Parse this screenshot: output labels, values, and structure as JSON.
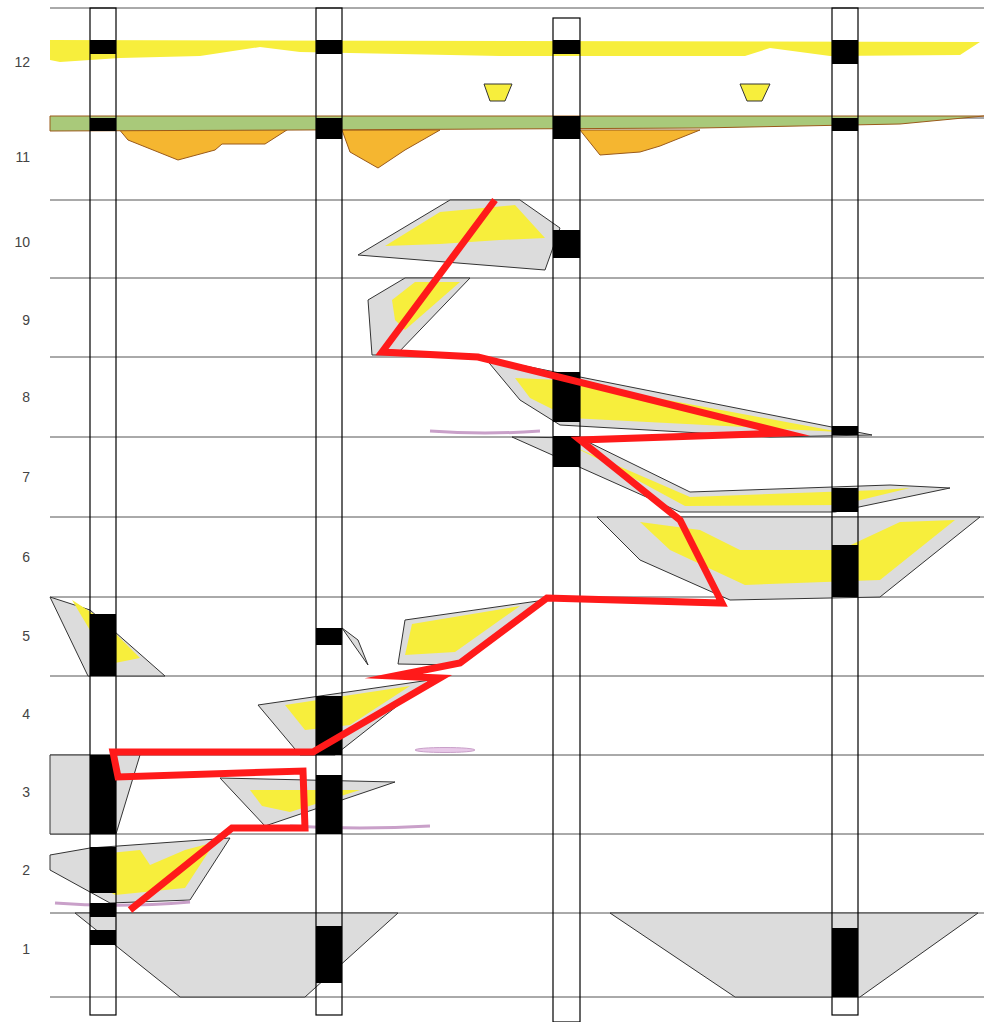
{
  "diagram": {
    "labels": [
      "12",
      "11",
      "10",
      "9",
      "8",
      "7",
      "6",
      "5",
      "4",
      "3",
      "2",
      "1"
    ]
  }
}
